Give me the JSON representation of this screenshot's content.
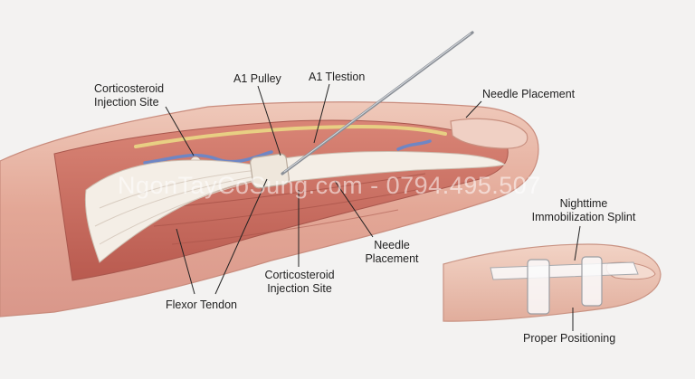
{
  "labels": {
    "corticosteroid_top_line1": "Corticosteroid",
    "corticosteroid_top_line2": "Injection Site",
    "a1_pulley": "A1 Pulley",
    "a1_tlestion": "A1 Tlestion",
    "needle_placement_top": "Needle Placement",
    "nighttime_line1": "Nighttime",
    "nighttime_line2": "Immobilization Splint",
    "needle_placement_mid_line1": "Needle",
    "needle_placement_mid_line2": "Placement",
    "corticosteroid_bottom_line1": "Corticosteroid",
    "corticosteroid_bottom_line2": "Injection Site",
    "flexor_tendon": "Flexor Tendon",
    "proper_positioning": "Proper Positioning"
  },
  "watermark": "NgonTayCoSung.com - 0794.495.507",
  "colors": {
    "background": "#f3f2f1",
    "skin": "#e9b7a6",
    "muscle": "#c96d5f",
    "tendon": "#f4eee6",
    "vein": "#6f86c4",
    "nerve": "#e8cf83"
  }
}
